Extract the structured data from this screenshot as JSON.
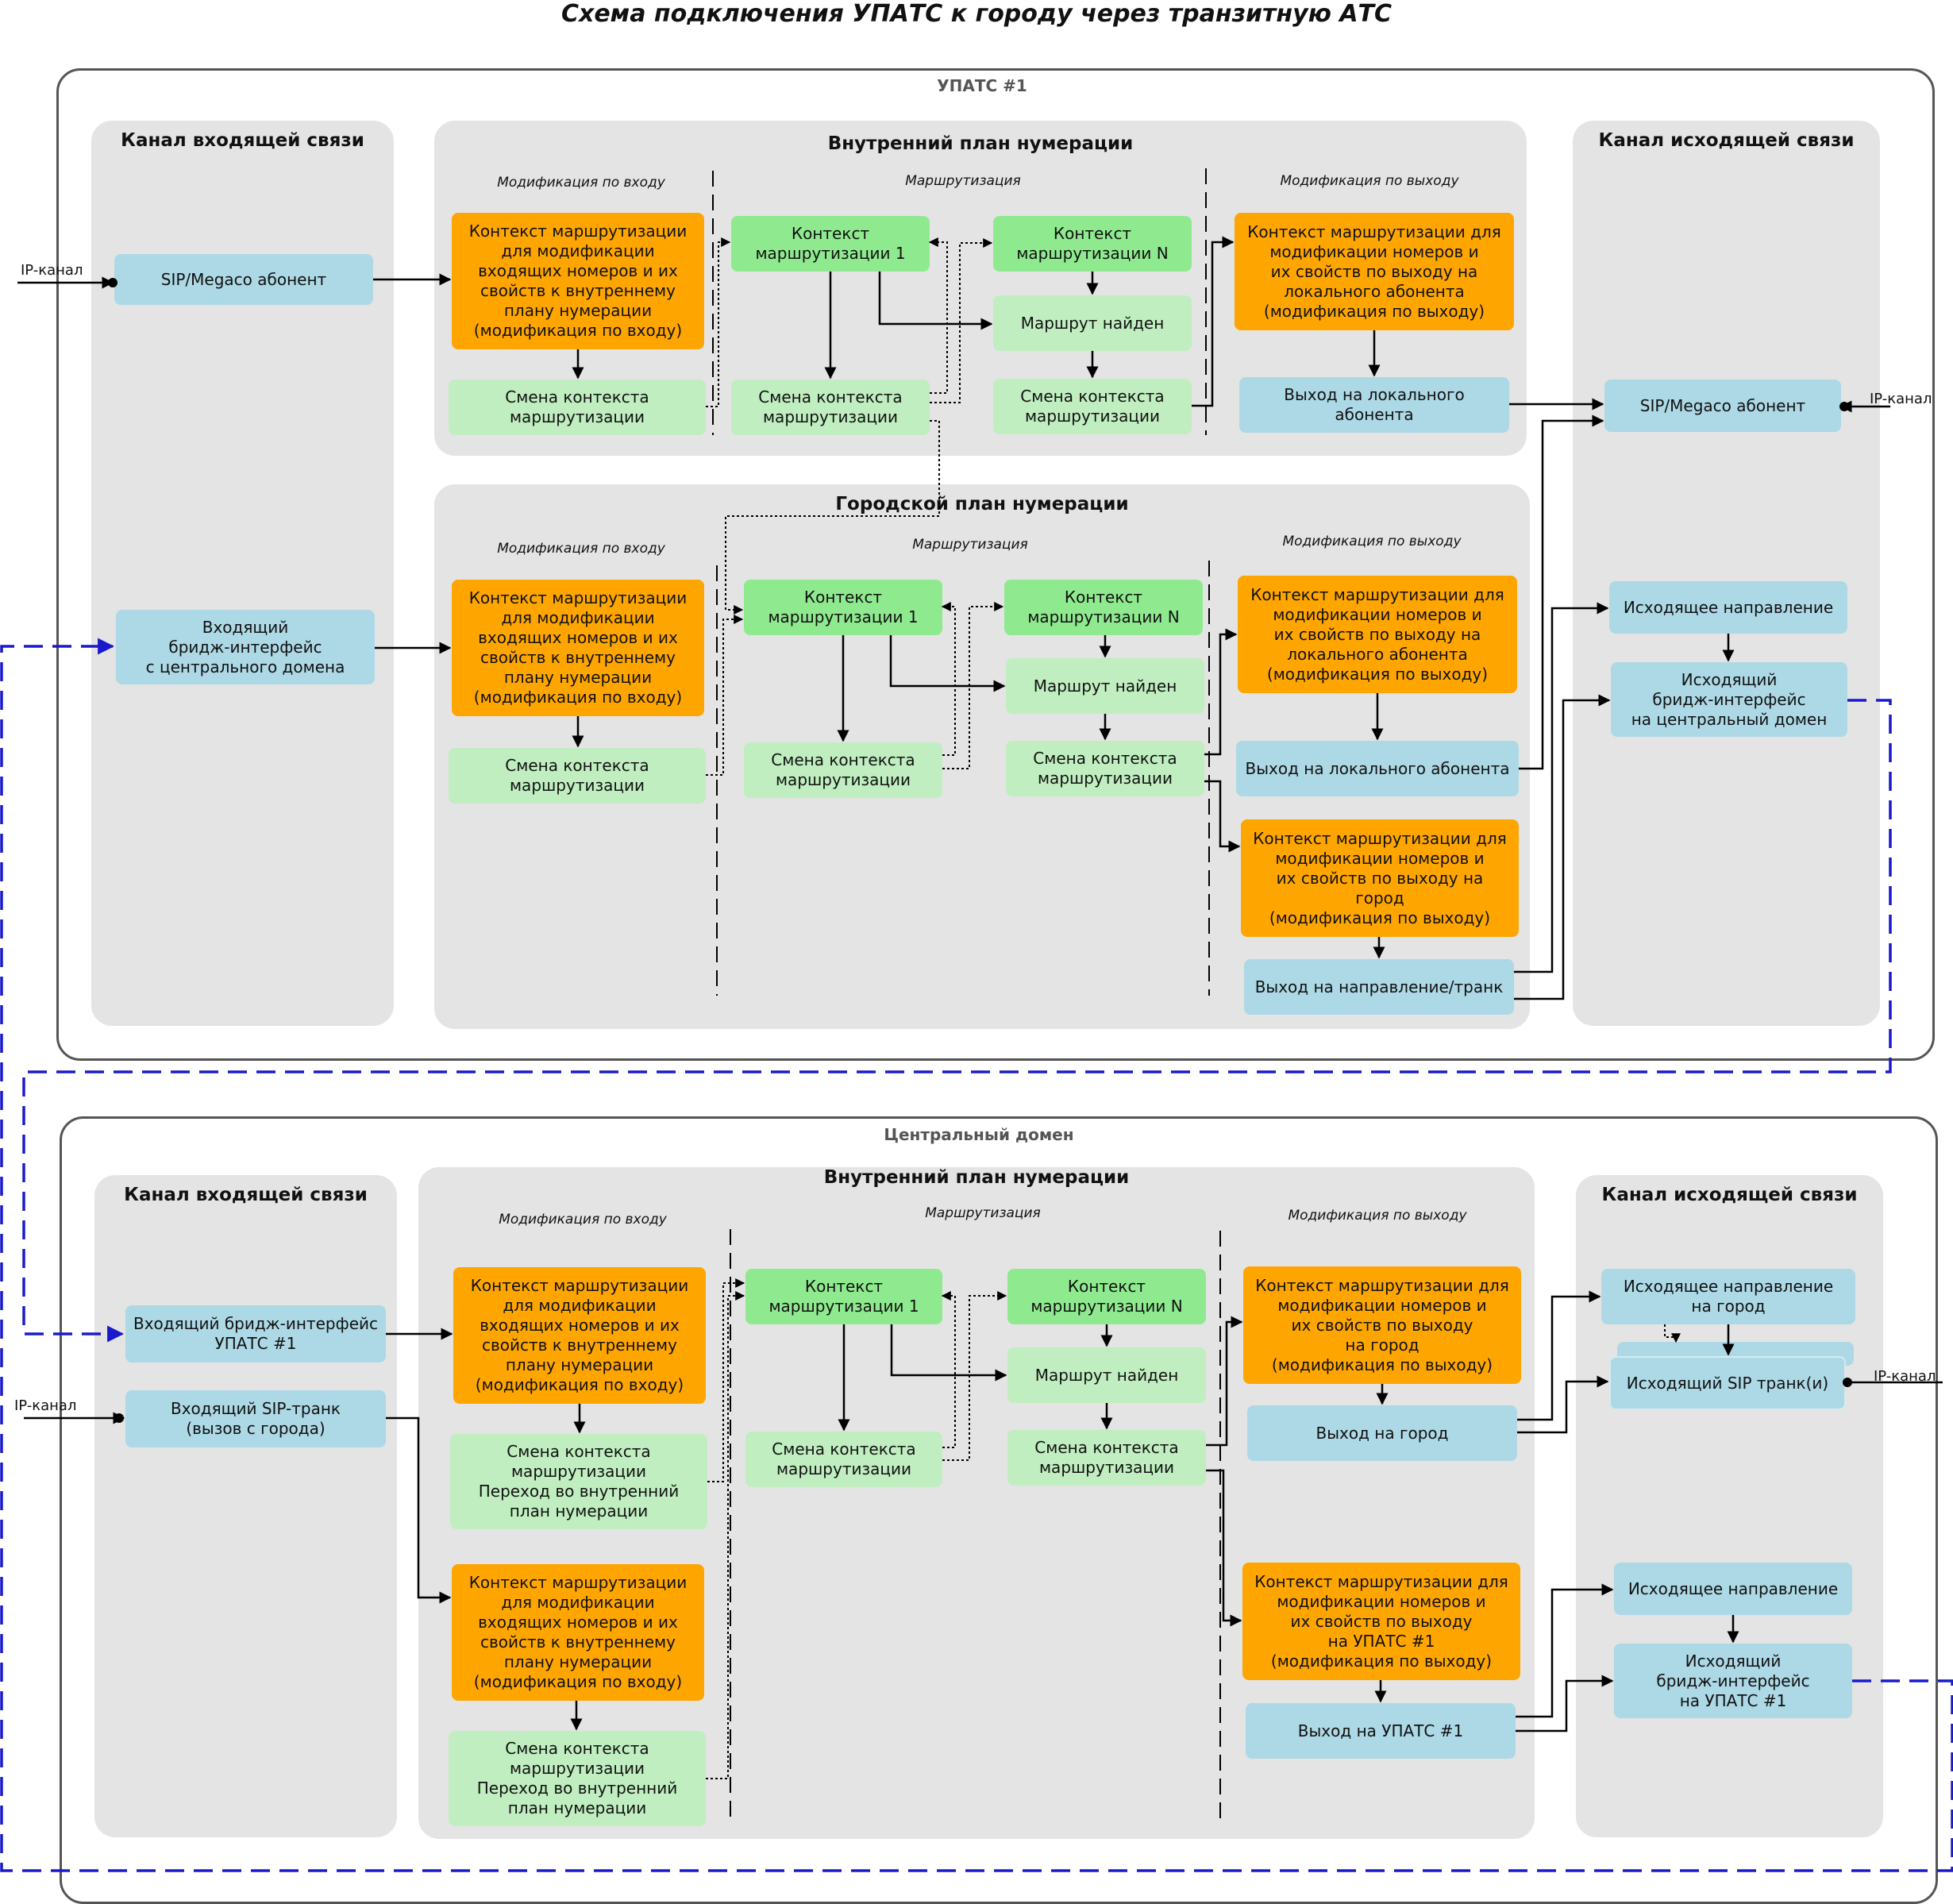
{
  "title": "Схема подключения УПАТС к городу через транзитную АТС",
  "top": {
    "label": "УПАТС #1",
    "incoming": {
      "title": "Канал входящей связи",
      "ip_label": "IP-канал",
      "sip": "SIP/Megaco абонент",
      "bridge": "Входящий\nбридж-интерфейс\nс центрального домена"
    },
    "internal": {
      "title": "Внутренний план нумерации",
      "col_in": "Модификация по входу",
      "col_route": "Маршрутизация",
      "col_out": "Модификация по выходу",
      "ctx_in": "Контекст маршрутизации\nдля модификации\nвходящих номеров и их\nсвойств к внутреннему\nплану нумерации\n(модификация по входу)",
      "switch_in": "Смена контекста\nмаршрутизации",
      "ctx1": "Контекст\nмаршрутизации 1",
      "ctxn": "Контекст\nмаршрутизации N",
      "found": "Маршрут найден",
      "switch_r1": "Смена контекста\nмаршрутизации",
      "switch_rn": "Смена контекста\nмаршрутизации",
      "ctx_out": "Контекст маршрутизации для\nмодификации номеров и\nих свойств по выходу на\nлокального абонента\n(модификация по выходу)",
      "exit_local": "Выход на локального\nабонента"
    },
    "city": {
      "title": "Городской план нумерации",
      "col_in": "Модификация по входу",
      "col_route": "Маршрутизация",
      "col_out": "Модификация по выходу",
      "ctx_in": "Контекст маршрутизации\nдля модификации\nвходящих номеров и их\nсвойств к внутреннему\nплану нумерации\n(модификация по входу)",
      "switch_in": "Смена контекста\nмаршрутизации",
      "ctx1": "Контекст\nмаршрутизации 1",
      "ctxn": "Контекст\nмаршрутизации N",
      "found": "Маршрут найден",
      "switch_r1": "Смена контекста\nмаршрутизации",
      "switch_rn": "Смена контекста\nмаршрутизации",
      "ctx_out_local": "Контекст маршрутизации для\nмодификации номеров и\nих свойств по выходу на\nлокального абонента\n(модификация по выходу)",
      "exit_local": "Выход на локального абонента",
      "ctx_out_city": "Контекст маршрутизации для\nмодификации номеров и\nих свойств по выходу на\nгород\n(модификация по выходу)",
      "exit_trunk": "Выход на направление/транк"
    },
    "outgoing": {
      "title": "Канал исходящей связи",
      "ip_label": "IP-канал",
      "sip": "SIP/Megaco абонент",
      "direction": "Исходящее направление",
      "bridge": "Исходящий\nбридж-интерфейс\nна центральный домен"
    }
  },
  "bottom": {
    "label": "Центральный домен",
    "incoming": {
      "title": "Канал входящей связи",
      "ip_label": "IP-канал",
      "bridge": "Входящий бридж-интерфейс\nУПАТС #1",
      "sip_trunk": "Входящий SIP-транк\n(вызов с города)"
    },
    "internal": {
      "title": "Внутренний план нумерации",
      "col_in": "Модификация по входу",
      "col_route": "Маршрутизация",
      "col_out": "Модификация по выходу",
      "ctx_in_a": "Контекст маршрутизации\nдля модификации\nвходящих номеров и их\nсвойств к внутреннему\nплану нумерации\n(модификация по входу)",
      "switch_in_a": "Смена контекста\nмаршрутизации\nПереход во внутренний\nплан нумерации",
      "ctx_in_b": "Контекст маршрутизации\nдля модификации\nвходящих номеров и их\nсвойств к внутреннему\nплану нумерации\n(модификация по входу)",
      "switch_in_b": "Смена контекста\nмаршрутизации\nПереход во внутренний\nплан нумерации",
      "ctx1": "Контекст\nмаршрутизации 1",
      "ctxn": "Контекст\nмаршрутизации N",
      "found": "Маршрут найден",
      "switch_r1": "Смена контекста\nмаршрутизации",
      "switch_rn": "Смена контекста\nмаршрутизации",
      "ctx_out_city": "Контекст маршрутизации для\nмодификации номеров и\nих свойств по выходу\nна город\n(модификация по выходу)",
      "exit_city": "Выход на город",
      "ctx_out_pbx": "Контекст маршрутизации для\nмодификации номеров и\nих свойств по выходу\nна УПАТС #1\n(модификация по выходу)",
      "exit_pbx": "Выход на УПАТС #1"
    },
    "outgoing": {
      "title": "Канал исходящей связи",
      "ip_label": "IP-канал",
      "direction_city": "Исходящее направление\nна город",
      "sip_trunks": "Исходящий SIP транк(и)",
      "direction": "Исходящее направление",
      "bridge": "Исходящий\nбридж-интерфейс\nна УПАТС #1"
    }
  },
  "colors": {
    "orange": "#ffa500",
    "light_green": "#c0eec0",
    "green": "#8fea8f",
    "blue": "#add8e6",
    "panel": "#e4e4e4",
    "bridge_link": "#1a1acc"
  }
}
